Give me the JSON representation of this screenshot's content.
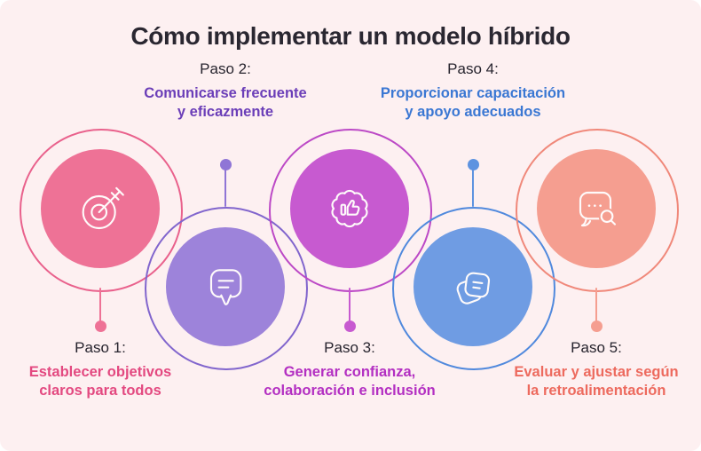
{
  "title": {
    "text": "Cómo implementar un modelo híbrido",
    "color": "#2a2731"
  },
  "canvas": {
    "background": "#fdf0f1",
    "page_background": "#ffffff",
    "step_label_color": "#27242e",
    "icon_stroke_color": "#fefafa"
  },
  "steps": [
    {
      "id": "paso-1",
      "label": "Paso 1:",
      "desc_line1": "Establecer objetivos",
      "desc_line2": "claros para todos",
      "icon": "target-arrow-icon",
      "circle_position": "top",
      "colors": {
        "fill": "#ee7296",
        "ring": "#e9618c",
        "text": "#e34980",
        "connector": "#ee7296"
      }
    },
    {
      "id": "paso-2",
      "label": "Paso 2:",
      "desc_line1": "Comunicarse frecuente",
      "desc_line2": "y eficazmente",
      "icon": "chat-bubble-icon",
      "circle_position": "bottom",
      "colors": {
        "fill": "#9d83da",
        "ring": "#8165cd",
        "text": "#6b3eb8",
        "connector": "#8f75d6"
      }
    },
    {
      "id": "paso-3",
      "label": "Paso 3:",
      "desc_line1": "Generar confianza,",
      "desc_line2": "colaboración e inclusión",
      "icon": "badge-thumbs-up-icon",
      "circle_position": "top",
      "colors": {
        "fill": "#c75ad0",
        "ring": "#bc49c6",
        "text": "#b32fc2",
        "connector": "#c75ad0"
      }
    },
    {
      "id": "paso-4",
      "label": "Paso 4:",
      "desc_line1": "Proporcionar capacitación",
      "desc_line2": "y apoyo adecuados",
      "icon": "overlapping-cards-icon",
      "circle_position": "bottom",
      "colors": {
        "fill": "#6f9ce3",
        "ring": "#5089dd",
        "text": "#3a77d3",
        "connector": "#5e93e0"
      }
    },
    {
      "id": "paso-5",
      "label": "Paso 5:",
      "desc_line1": "Evaluar y ajustar según",
      "desc_line2": "la retroalimentación",
      "icon": "chat-search-icon",
      "circle_position": "top",
      "colors": {
        "fill": "#f59e90",
        "ring": "#f0887a",
        "text": "#ed6a5e",
        "connector": "#f59e90"
      }
    }
  ]
}
